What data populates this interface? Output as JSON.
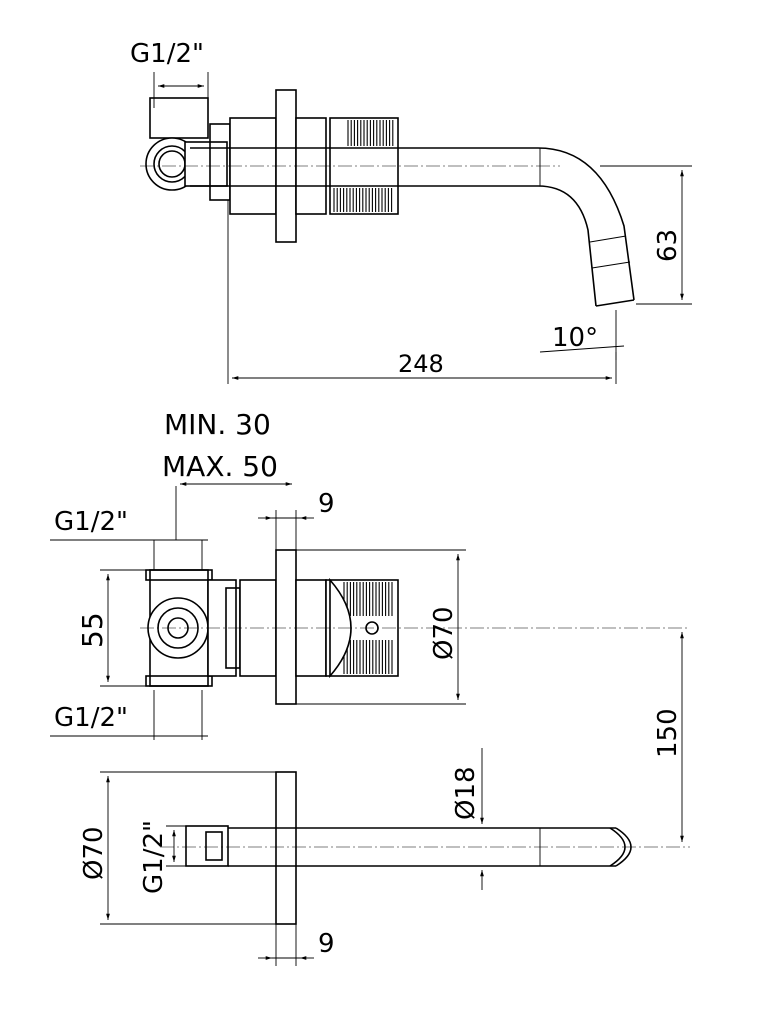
{
  "labels": {
    "top_thread": "G1/2\"",
    "top_spout_height": "63",
    "top_angle": "10°",
    "top_length": "248",
    "min_depth": "MIN. 30",
    "max_depth": "MAX. 50",
    "plate_thickness_top": "9",
    "mid_thread_top": "G1/2\"",
    "mid_body_height": "55",
    "mid_thread_bottom": "G1/2\"",
    "mid_plate_diameter": "Ø70",
    "axis_distance": "150",
    "spout_diameter": "Ø18",
    "spout_plate_diameter": "Ø70",
    "spout_thread": "G1/2\"",
    "plate_thickness_bottom": "9"
  }
}
